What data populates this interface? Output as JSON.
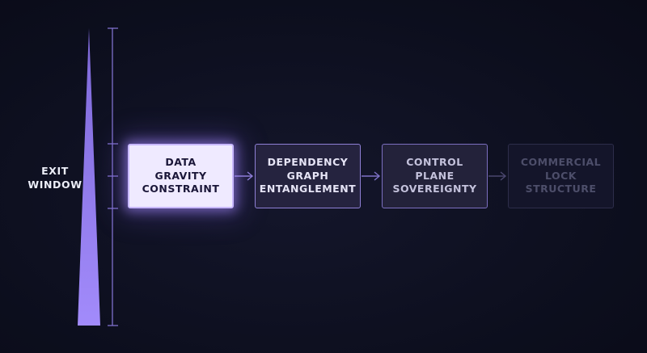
{
  "exit_window": {
    "line1": "EXIT",
    "line2": "WINDOW"
  },
  "nodes": [
    {
      "line1": "DATA",
      "line2": "GRAVITY",
      "line3": "CONSTRAINT",
      "state": "active"
    },
    {
      "line1": "DEPENDENCY",
      "line2": "GRAPH",
      "line3": "ENTANGLEMENT",
      "state": "next"
    },
    {
      "line1": "CONTROL",
      "line2": "PLANE",
      "line3": "SOVEREIGNTY",
      "state": "later"
    },
    {
      "line1": "COMMERCIAL",
      "line2": "LOCK",
      "line3": "STRUCTURE",
      "state": "faded"
    }
  ],
  "colors": {
    "background": "#0d0f1f",
    "wedge": "#9d86f5",
    "active_fill": "#efeaff",
    "accent": "#8f80d6",
    "faded": "#2d2d4a"
  }
}
